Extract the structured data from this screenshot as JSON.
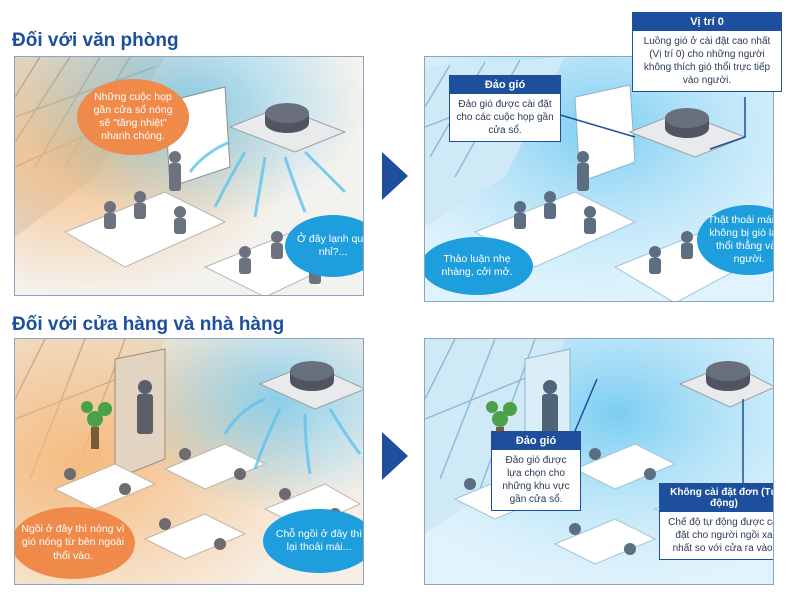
{
  "sections": {
    "office": {
      "title": "Đối với văn phòng"
    },
    "store": {
      "title": "Đối với cửa hàng và nhà hàng"
    }
  },
  "office_before": {
    "bubble_hot": "Những cuộc họp gần cửa sổ nóng sẽ \"tăng nhiệt\" nhanh chóng.",
    "bubble_cold": "Ở đây lạnh quá nhỉ?..."
  },
  "office_after": {
    "callout_swing": {
      "title": "Đảo gió",
      "body": "Đảo gió được cài đặt cho các cuộc họp gần cửa sổ."
    },
    "callout_position": {
      "title": "Vị trí 0",
      "body": "Luồng gió ở cài đặt cao nhất (Vị trí 0) cho những người không thích gió thổi trực tiếp vào người."
    },
    "bubble_discuss": "Thảo luận nhẹ nhàng, cởi mở.",
    "bubble_comfort": "Thật thoải mái khi không bị gió lạnh thổi thẳng vào người."
  },
  "store_before": {
    "bubble_hot": "Ngồi ở đây thì nóng vì gió nóng từ bên ngoài thổi vào.",
    "bubble_comfort": "Chỗ ngồi ở đây thì lại thoải mái..."
  },
  "store_after": {
    "callout_swing": {
      "title": "Đảo gió",
      "body": "Đảo gió được lựa chọn cho những khu vực gần cửa sổ."
    },
    "callout_auto": {
      "title": "Không cài đặt đơn (Tự động)",
      "body": "Chế độ tự động được cài đặt cho người ngồi xa nhất so với cửa ra vào."
    }
  },
  "colors": {
    "accent": "#1d4f9c",
    "warm_bubble": "#f08a4b",
    "cool_bubble": "#1f9ede",
    "cool_air": "#5fc3ef",
    "warm_glow": "#f6b97a"
  },
  "icons": [
    "ceiling-cassette-ac-icon",
    "next-arrow-icon"
  ]
}
